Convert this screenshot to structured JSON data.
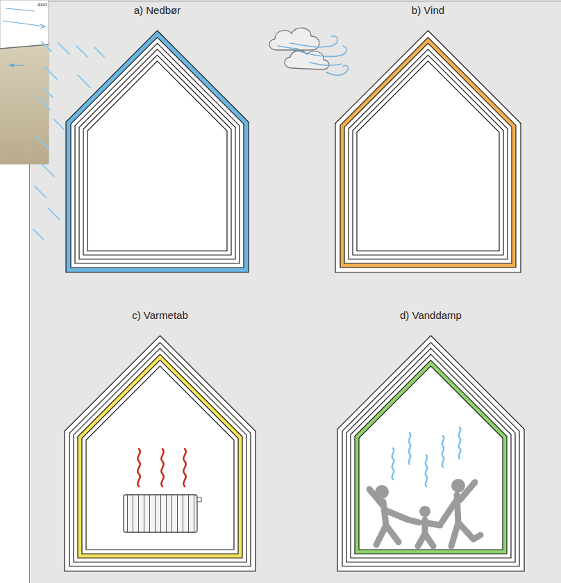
{
  "diagram": {
    "nodes": [
      {
        "text": [
          "a) Nedbør"
        ]
      },
      {
        "text": [
          "b) Vind"
        ]
      },
      {
        "text": [
          "c) Varmetab"
        ]
      },
      {
        "text": [
          "d) Vanddamp"
        ]
      }
    ],
    "labels": [
      "and"
    ]
  }
}
